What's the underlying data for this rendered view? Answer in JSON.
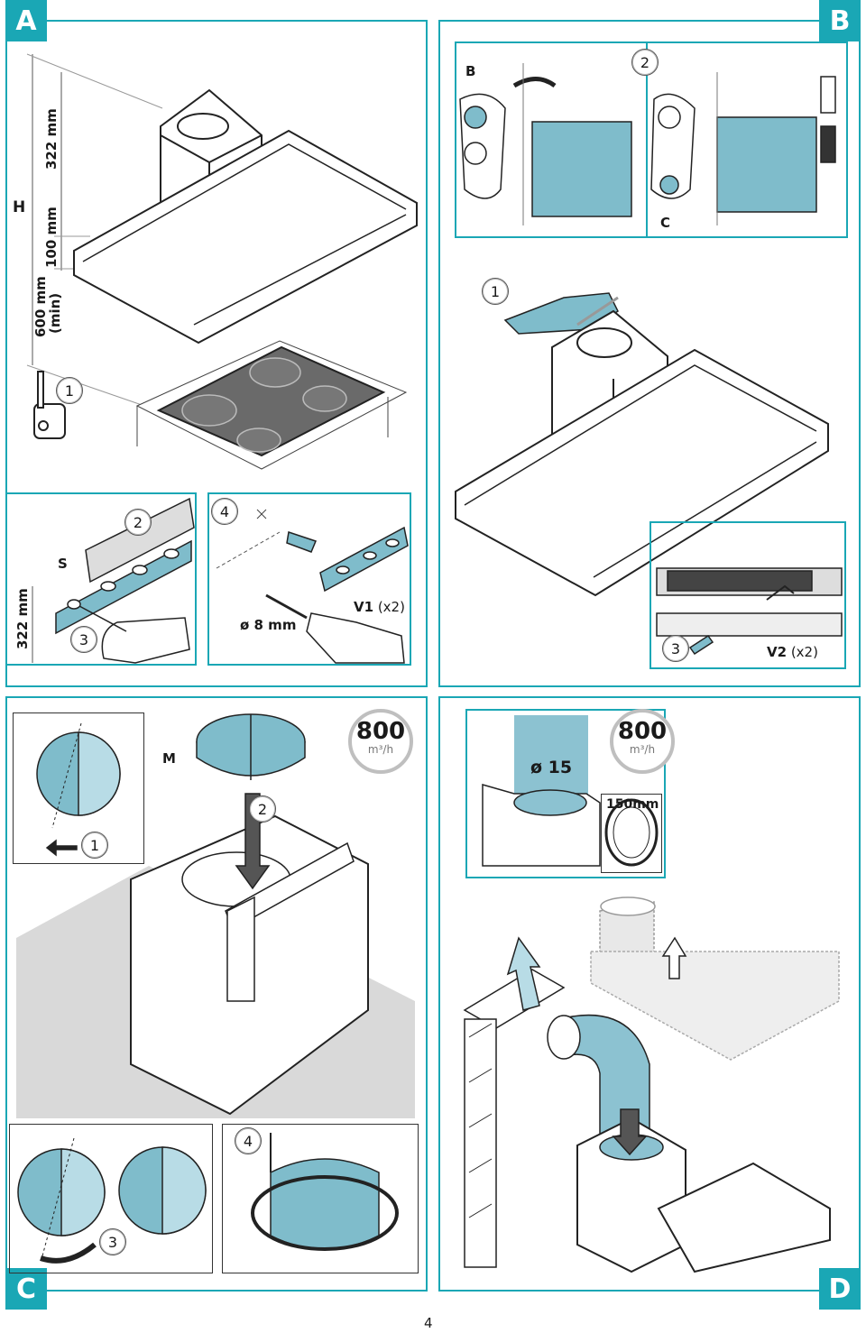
{
  "panels": {
    "a": {
      "letter": "A"
    },
    "b": {
      "letter": "B"
    },
    "c": {
      "letter": "C"
    },
    "d": {
      "letter": "D"
    }
  },
  "panel_a": {
    "h_label": "H",
    "dim_322": "322 mm",
    "dim_100": "100 mm",
    "dim_600": "600 mm",
    "dim_min": "(min)",
    "step1": "1"
  },
  "panel_b": {
    "label_b": "B",
    "label_c": "C",
    "step2": "2",
    "step1": "1",
    "step3": "3",
    "v2": "V2",
    "v2_qty": "(x2)"
  },
  "panel_a_sub": {
    "dim_322": "322 mm",
    "label_s": "S",
    "step2": "2",
    "step3": "3",
    "step4": "4",
    "drill": "ø 8 mm",
    "v1": "V1",
    "v1_qty": "(x2)"
  },
  "panel_c": {
    "label_m": "M",
    "step1": "1",
    "step2": "2",
    "step3": "3",
    "step4": "4",
    "flow_value": "800",
    "flow_unit": "m³/h"
  },
  "panel_d": {
    "duct_dia": "ø 15",
    "flow_value": "800",
    "flow_unit": "m³/h",
    "ring_size": "150mm"
  },
  "page_number": "4",
  "colors": {
    "accent": "#1aa7b5",
    "part_fill": "#7fbccb",
    "duct_fill": "#8cc2d1"
  }
}
